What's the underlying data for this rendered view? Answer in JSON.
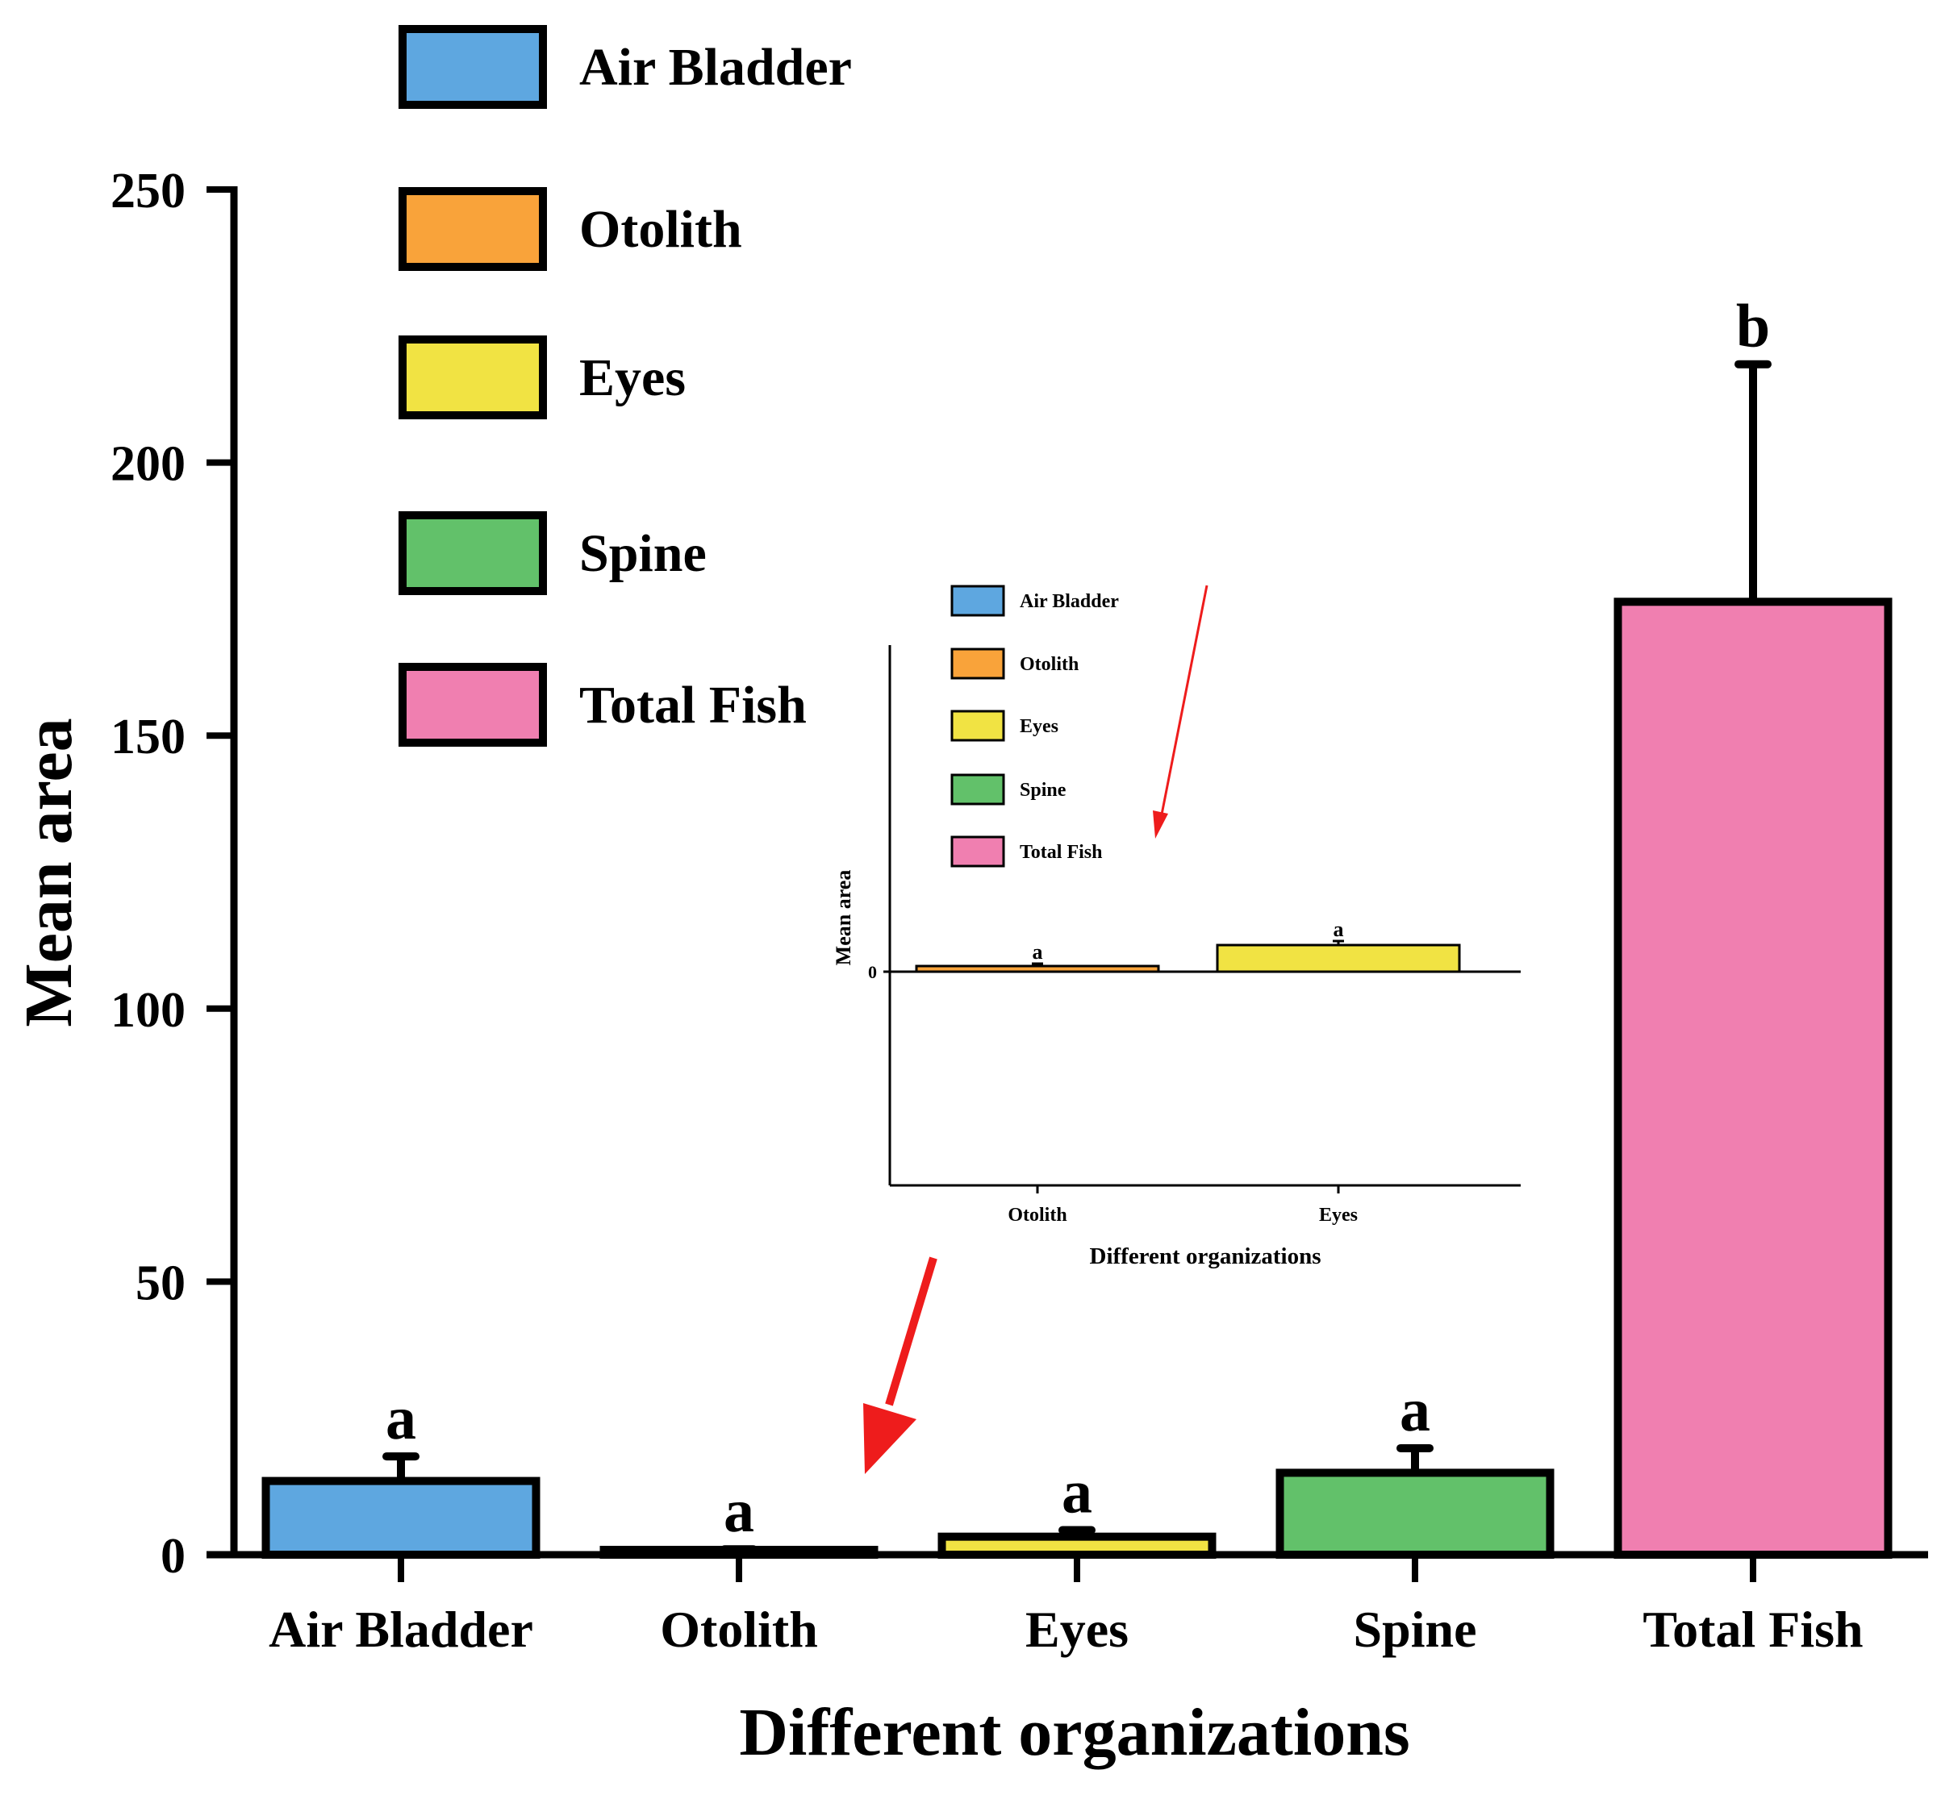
{
  "chart_data": [
    {
      "type": "bar",
      "xlabel": "Different organizations",
      "ylabel": "Mean area",
      "ylim": [
        0,
        250
      ],
      "yticks": [
        0,
        50,
        100,
        150,
        200,
        250
      ],
      "categories": [
        "Air Bladder",
        "Otolith",
        "Eyes",
        "Spine",
        "Total Fish"
      ],
      "values": [
        13.5,
        0.7,
        3.3,
        15,
        174.5
      ],
      "errors": [
        4.5,
        0.3,
        1.2,
        4.5,
        43.5
      ],
      "significance": [
        "a",
        "a",
        "a",
        "a",
        "b"
      ],
      "colors": [
        "#5ea7e0",
        "#f9a33a",
        "#f1e343",
        "#62c16a",
        "#f07fb0"
      ],
      "legend": {
        "placement": "top-left",
        "entries": [
          "Air Bladder",
          "Otolith",
          "Eyes",
          "Spine",
          "Total Fish"
        ]
      },
      "annotation": "red arrow pointing to Otolith bar"
    },
    {
      "type": "bar",
      "role": "inset",
      "xlabel": "Different organizations",
      "ylabel": "Mean area",
      "yticks": [
        0
      ],
      "categories": [
        "Otolith",
        "Eyes"
      ],
      "values": [
        0.7,
        3.3
      ],
      "errors": [
        0.3,
        0.5
      ],
      "significance": [
        "a",
        "a"
      ],
      "colors": [
        "#f9a33a",
        "#f1e343"
      ],
      "legend": {
        "placement": "top-left",
        "entries": [
          "Air Bladder",
          "Otolith",
          "Eyes",
          "Spine",
          "Total Fish"
        ],
        "colors": [
          "#5ea7e0",
          "#f9a33a",
          "#f1e343",
          "#62c16a",
          "#f07fb0"
        ]
      },
      "annotation": "red arrow pointing down toward legend"
    }
  ]
}
